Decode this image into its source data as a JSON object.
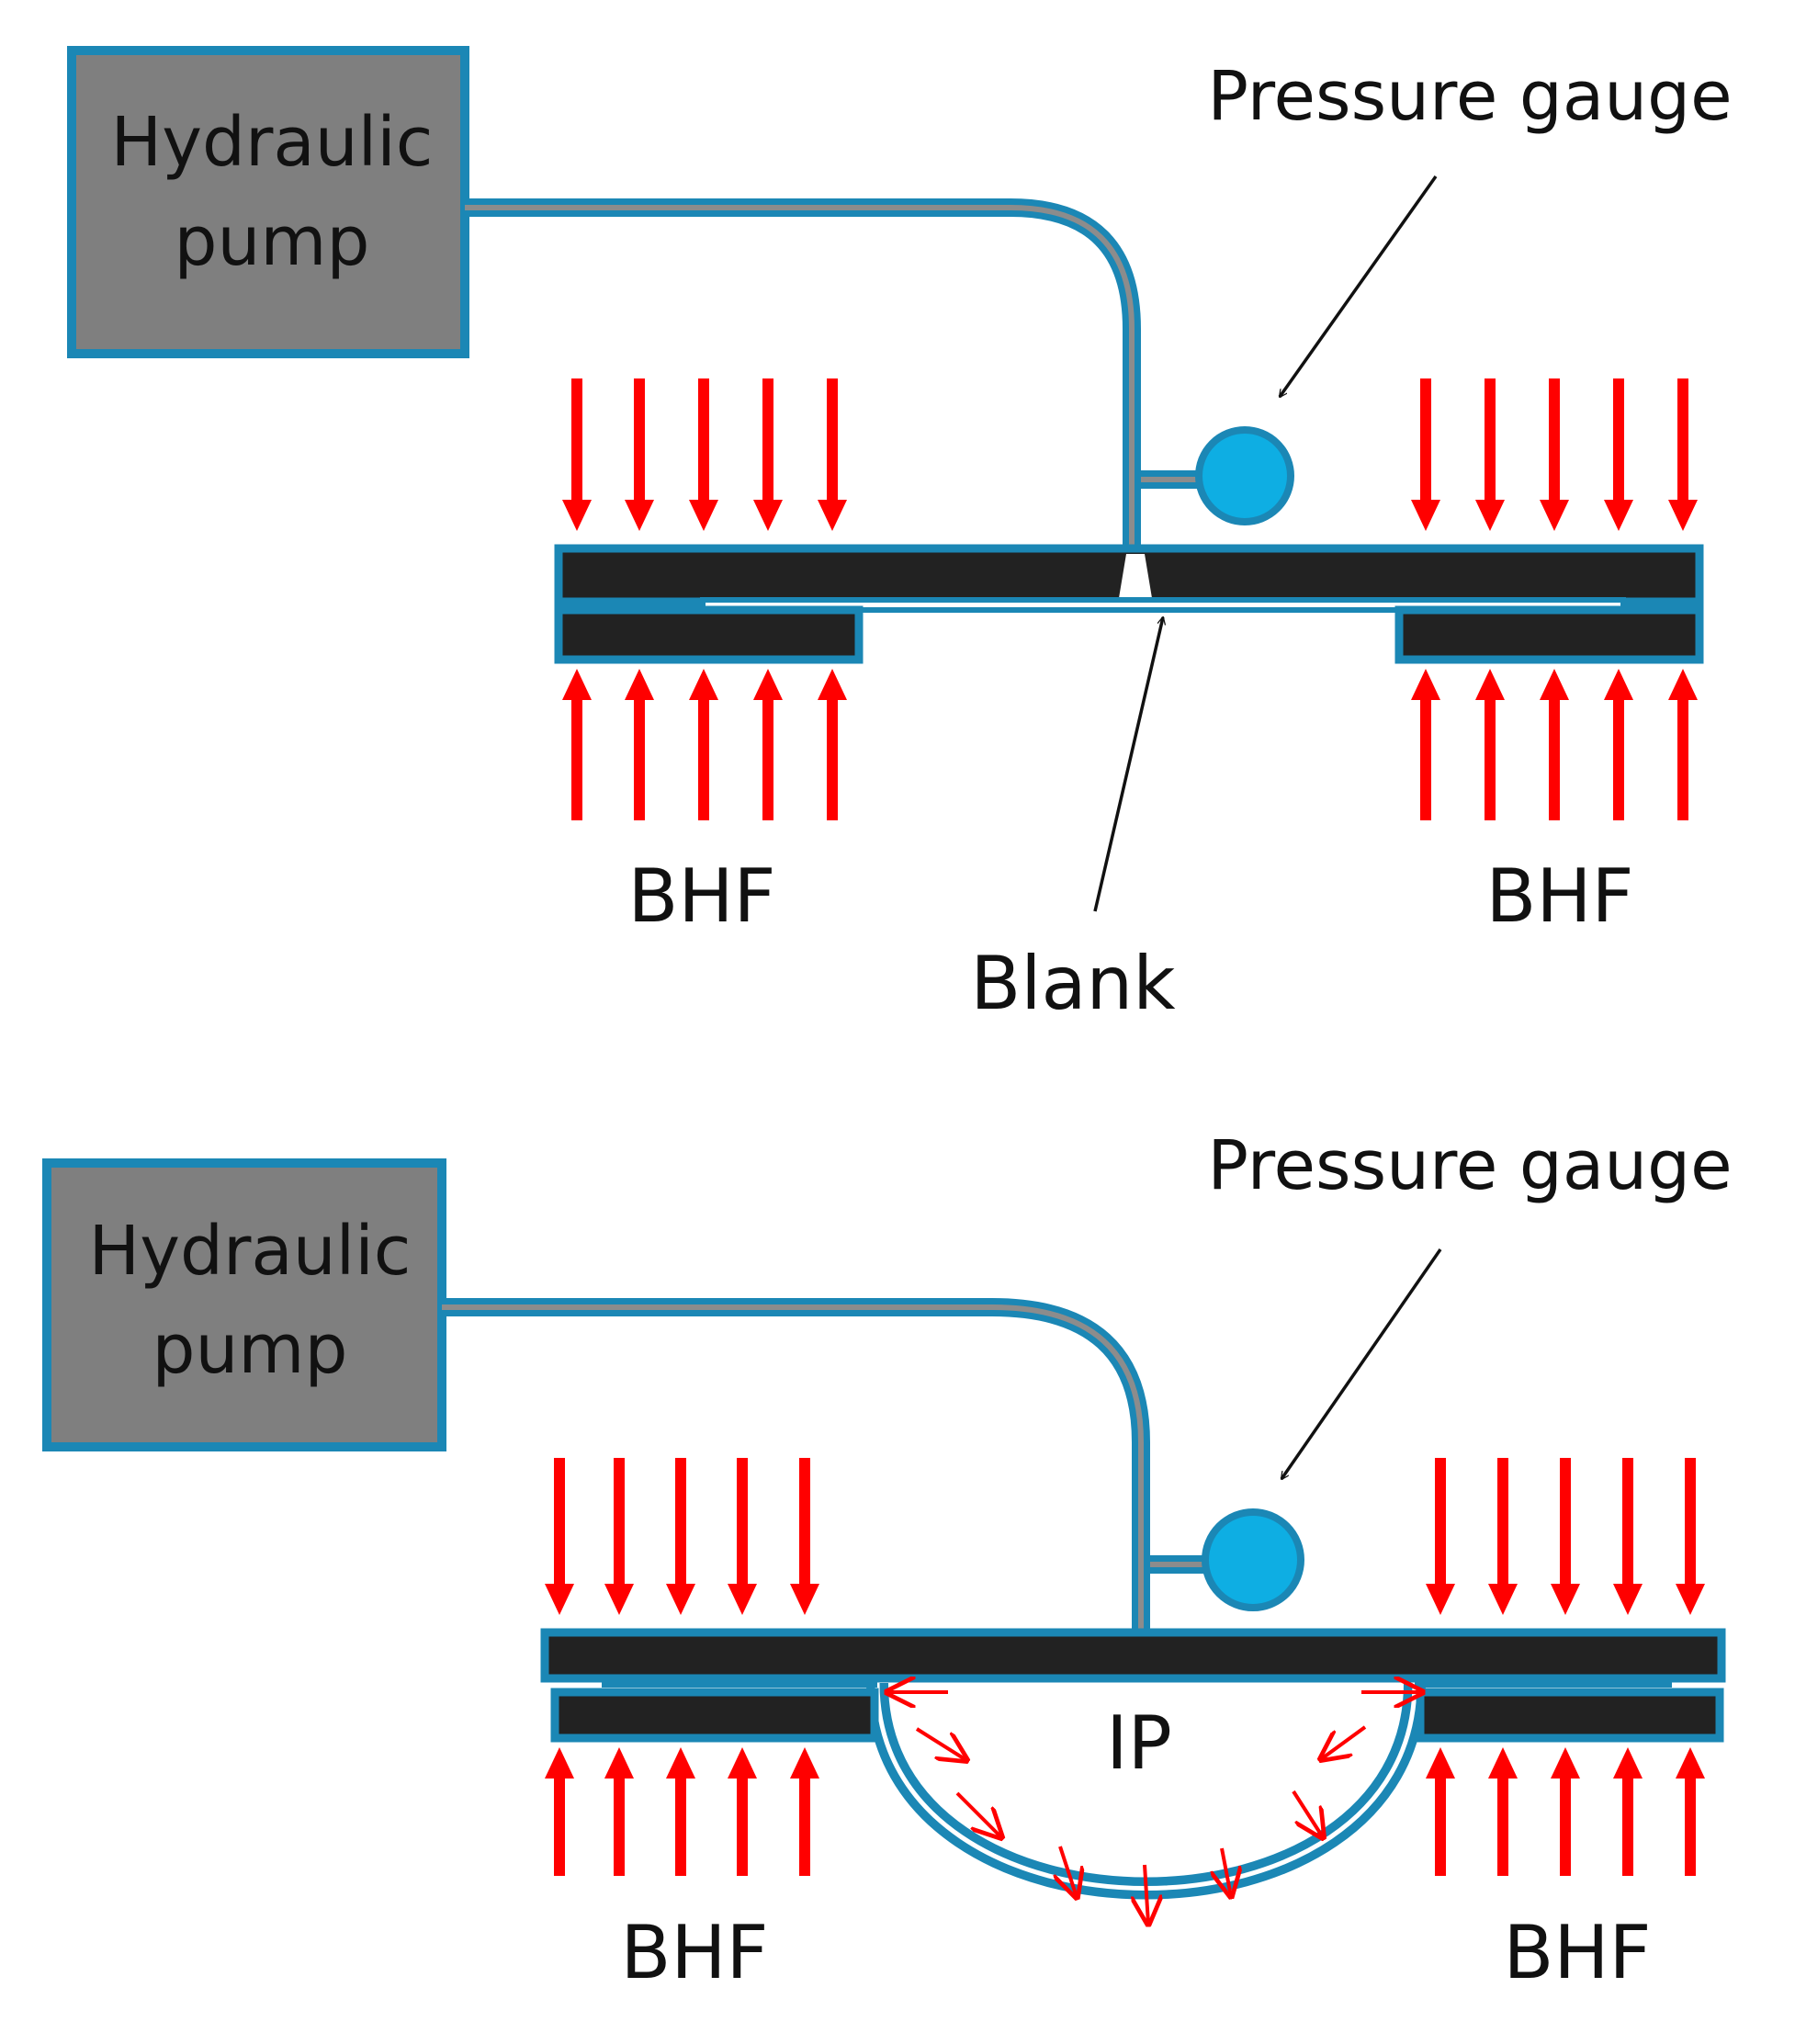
{
  "colors": {
    "outline": "#1b87b5",
    "plate": "#222222",
    "pump_fill": "#7f7f7f",
    "pipe_core": "#8c8c8c",
    "gauge_fill": "#0eaee3",
    "force_arrow": "#ff0000",
    "pointer": "#111111"
  },
  "icons": {
    "pump": "hydraulic-pump-box",
    "gauge": "pressure-gauge-circle",
    "force": "red-force-arrow",
    "pointer": "callout-arrow"
  },
  "top_panel": {
    "pump_line1": "Hydraulic",
    "pump_line2": "pump",
    "gauge_label": "Pressure gauge",
    "bhf_left": "BHF",
    "bhf_right": "BHF",
    "blank_label": "Blank"
  },
  "bottom_panel": {
    "pump_line1": "Hydraulic",
    "pump_line2": "pump",
    "gauge_label": "Pressure gauge",
    "bhf_left": "BHF",
    "bhf_right": "BHF",
    "ip_label": "IP"
  }
}
